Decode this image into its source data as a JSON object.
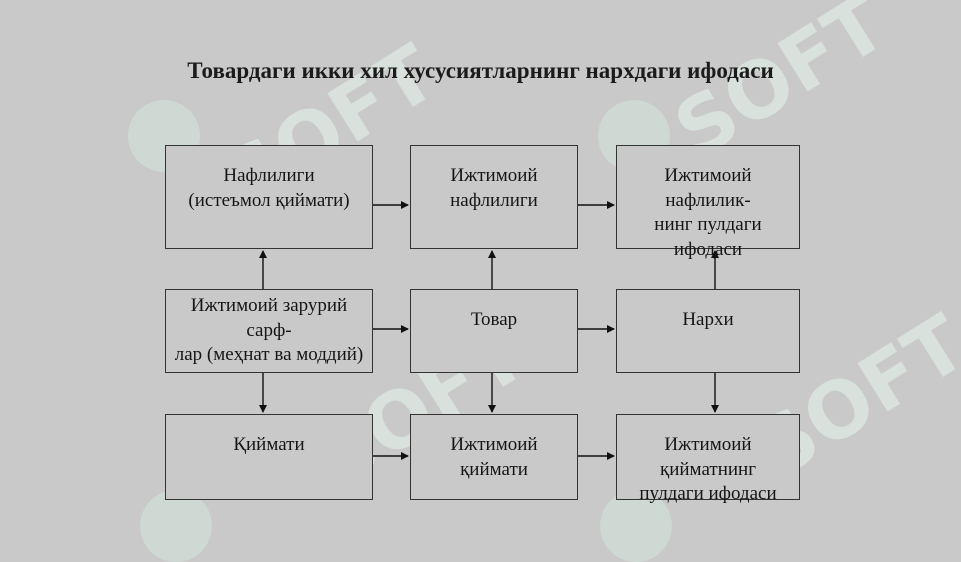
{
  "watermark": {
    "text": "SOFT"
  },
  "title": "Товардаги икки хил хусусиятларнинг нархдаги ифодаси",
  "boxes": {
    "r1c1": "Нафлилиги\n(истеъмол қиймати)",
    "r1c2": "Ижтимоий\nнафлилиги",
    "r1c3": "Ижтимоий нафлилик-\nнинг пулдаги ифодаси",
    "r2c1": "Ижтимоий зарурий сарф-\nлар (меҳнат ва моддий)",
    "r2c2": "Товар",
    "r2c3": "Нархи",
    "r3c1": "Қиймати",
    "r3c2": "Ижтимоий\nқиймати",
    "r3c3": "Ижтимоий қийматнинг\nпулдаги ифодаси"
  },
  "colors": {
    "background": "#c9c9c9",
    "border": "#333333",
    "watermark": "#dde9e2"
  }
}
